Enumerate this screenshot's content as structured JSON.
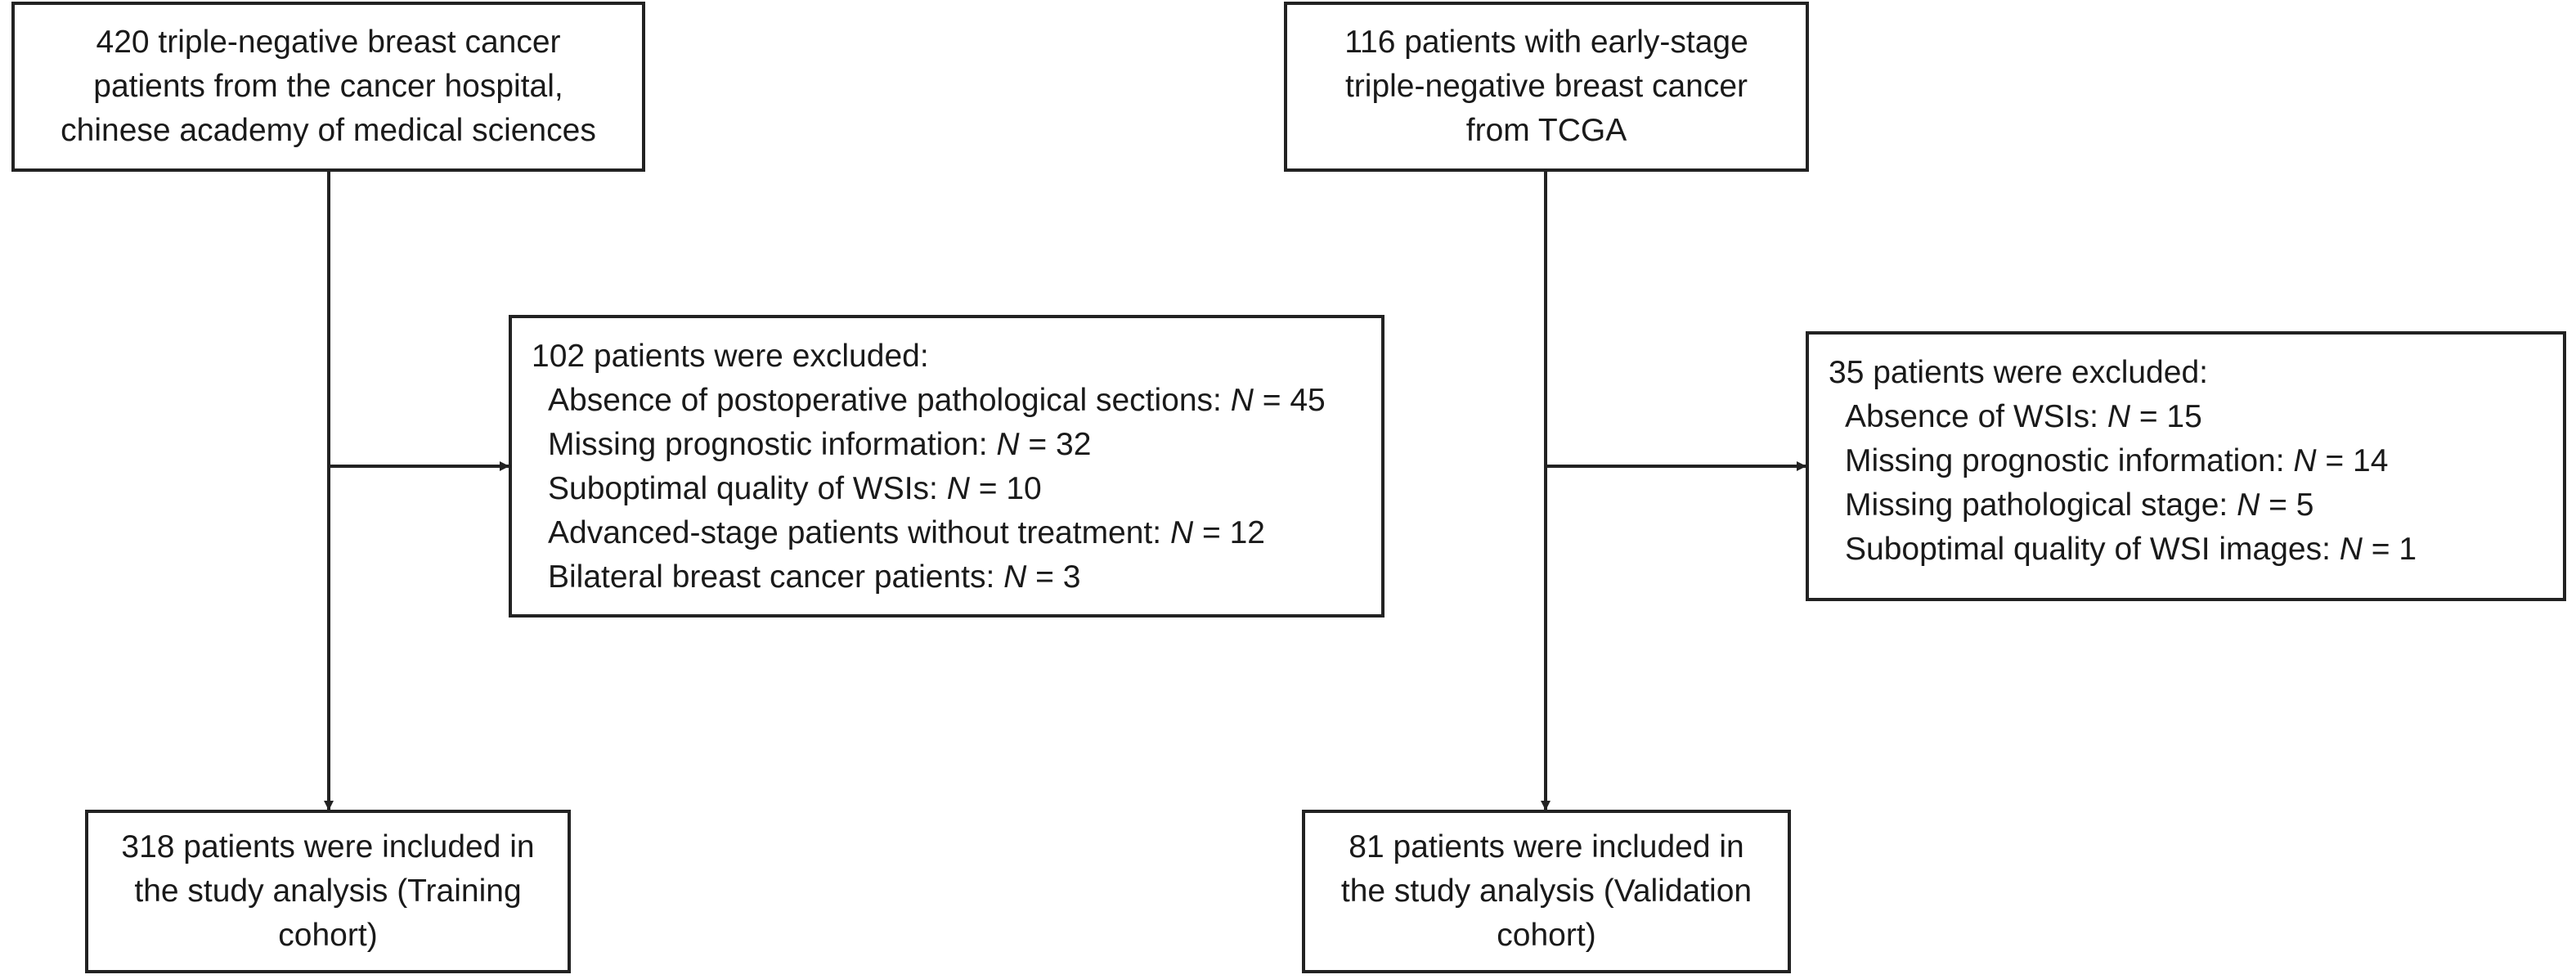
{
  "left": {
    "source_lines": [
      "420 triple-negative breast cancer",
      "patients from the cancer hospital,",
      "chinese academy of medical sciences"
    ],
    "excluded_title": "102 patients were excluded:",
    "excluded_items": [
      {
        "label": "Absence of postoperative pathological sections: ",
        "n_var": "N",
        "value": " = 45"
      },
      {
        "label": "Missing prognostic information: ",
        "n_var": "N",
        "value": " = 32"
      },
      {
        "label": "Suboptimal quality of WSIs: ",
        "n_var": "N",
        "value": " = 10"
      },
      {
        "label": "Advanced-stage patients without treatment: ",
        "n_var": "N",
        "value": " = 12"
      },
      {
        "label": "Bilateral breast cancer patients: ",
        "n_var": "N",
        "value": " = 3"
      }
    ],
    "included_lines": [
      "318 patients were included in",
      "the study analysis (Training",
      "cohort)"
    ]
  },
  "right": {
    "source_lines": [
      "116 patients with early-stage",
      "triple-negative breast cancer",
      "from TCGA"
    ],
    "excluded_title": "35 patients were excluded:",
    "excluded_items": [
      {
        "label": "Absence of WSIs: ",
        "n_var": "N",
        "value": " = 15"
      },
      {
        "label": "Missing prognostic information: ",
        "n_var": "N",
        "value": " = 14"
      },
      {
        "label": "Missing pathological stage: ",
        "n_var": "N",
        "value": " = 5"
      },
      {
        "label": "Suboptimal quality of WSI images: ",
        "n_var": "N",
        "value": " = 1"
      }
    ],
    "included_lines": [
      "81 patients were included in",
      "the study analysis (Validation",
      "cohort)"
    ]
  },
  "colors": {
    "line": "#222222",
    "text": "#1a1a1a",
    "background": "#ffffff"
  }
}
